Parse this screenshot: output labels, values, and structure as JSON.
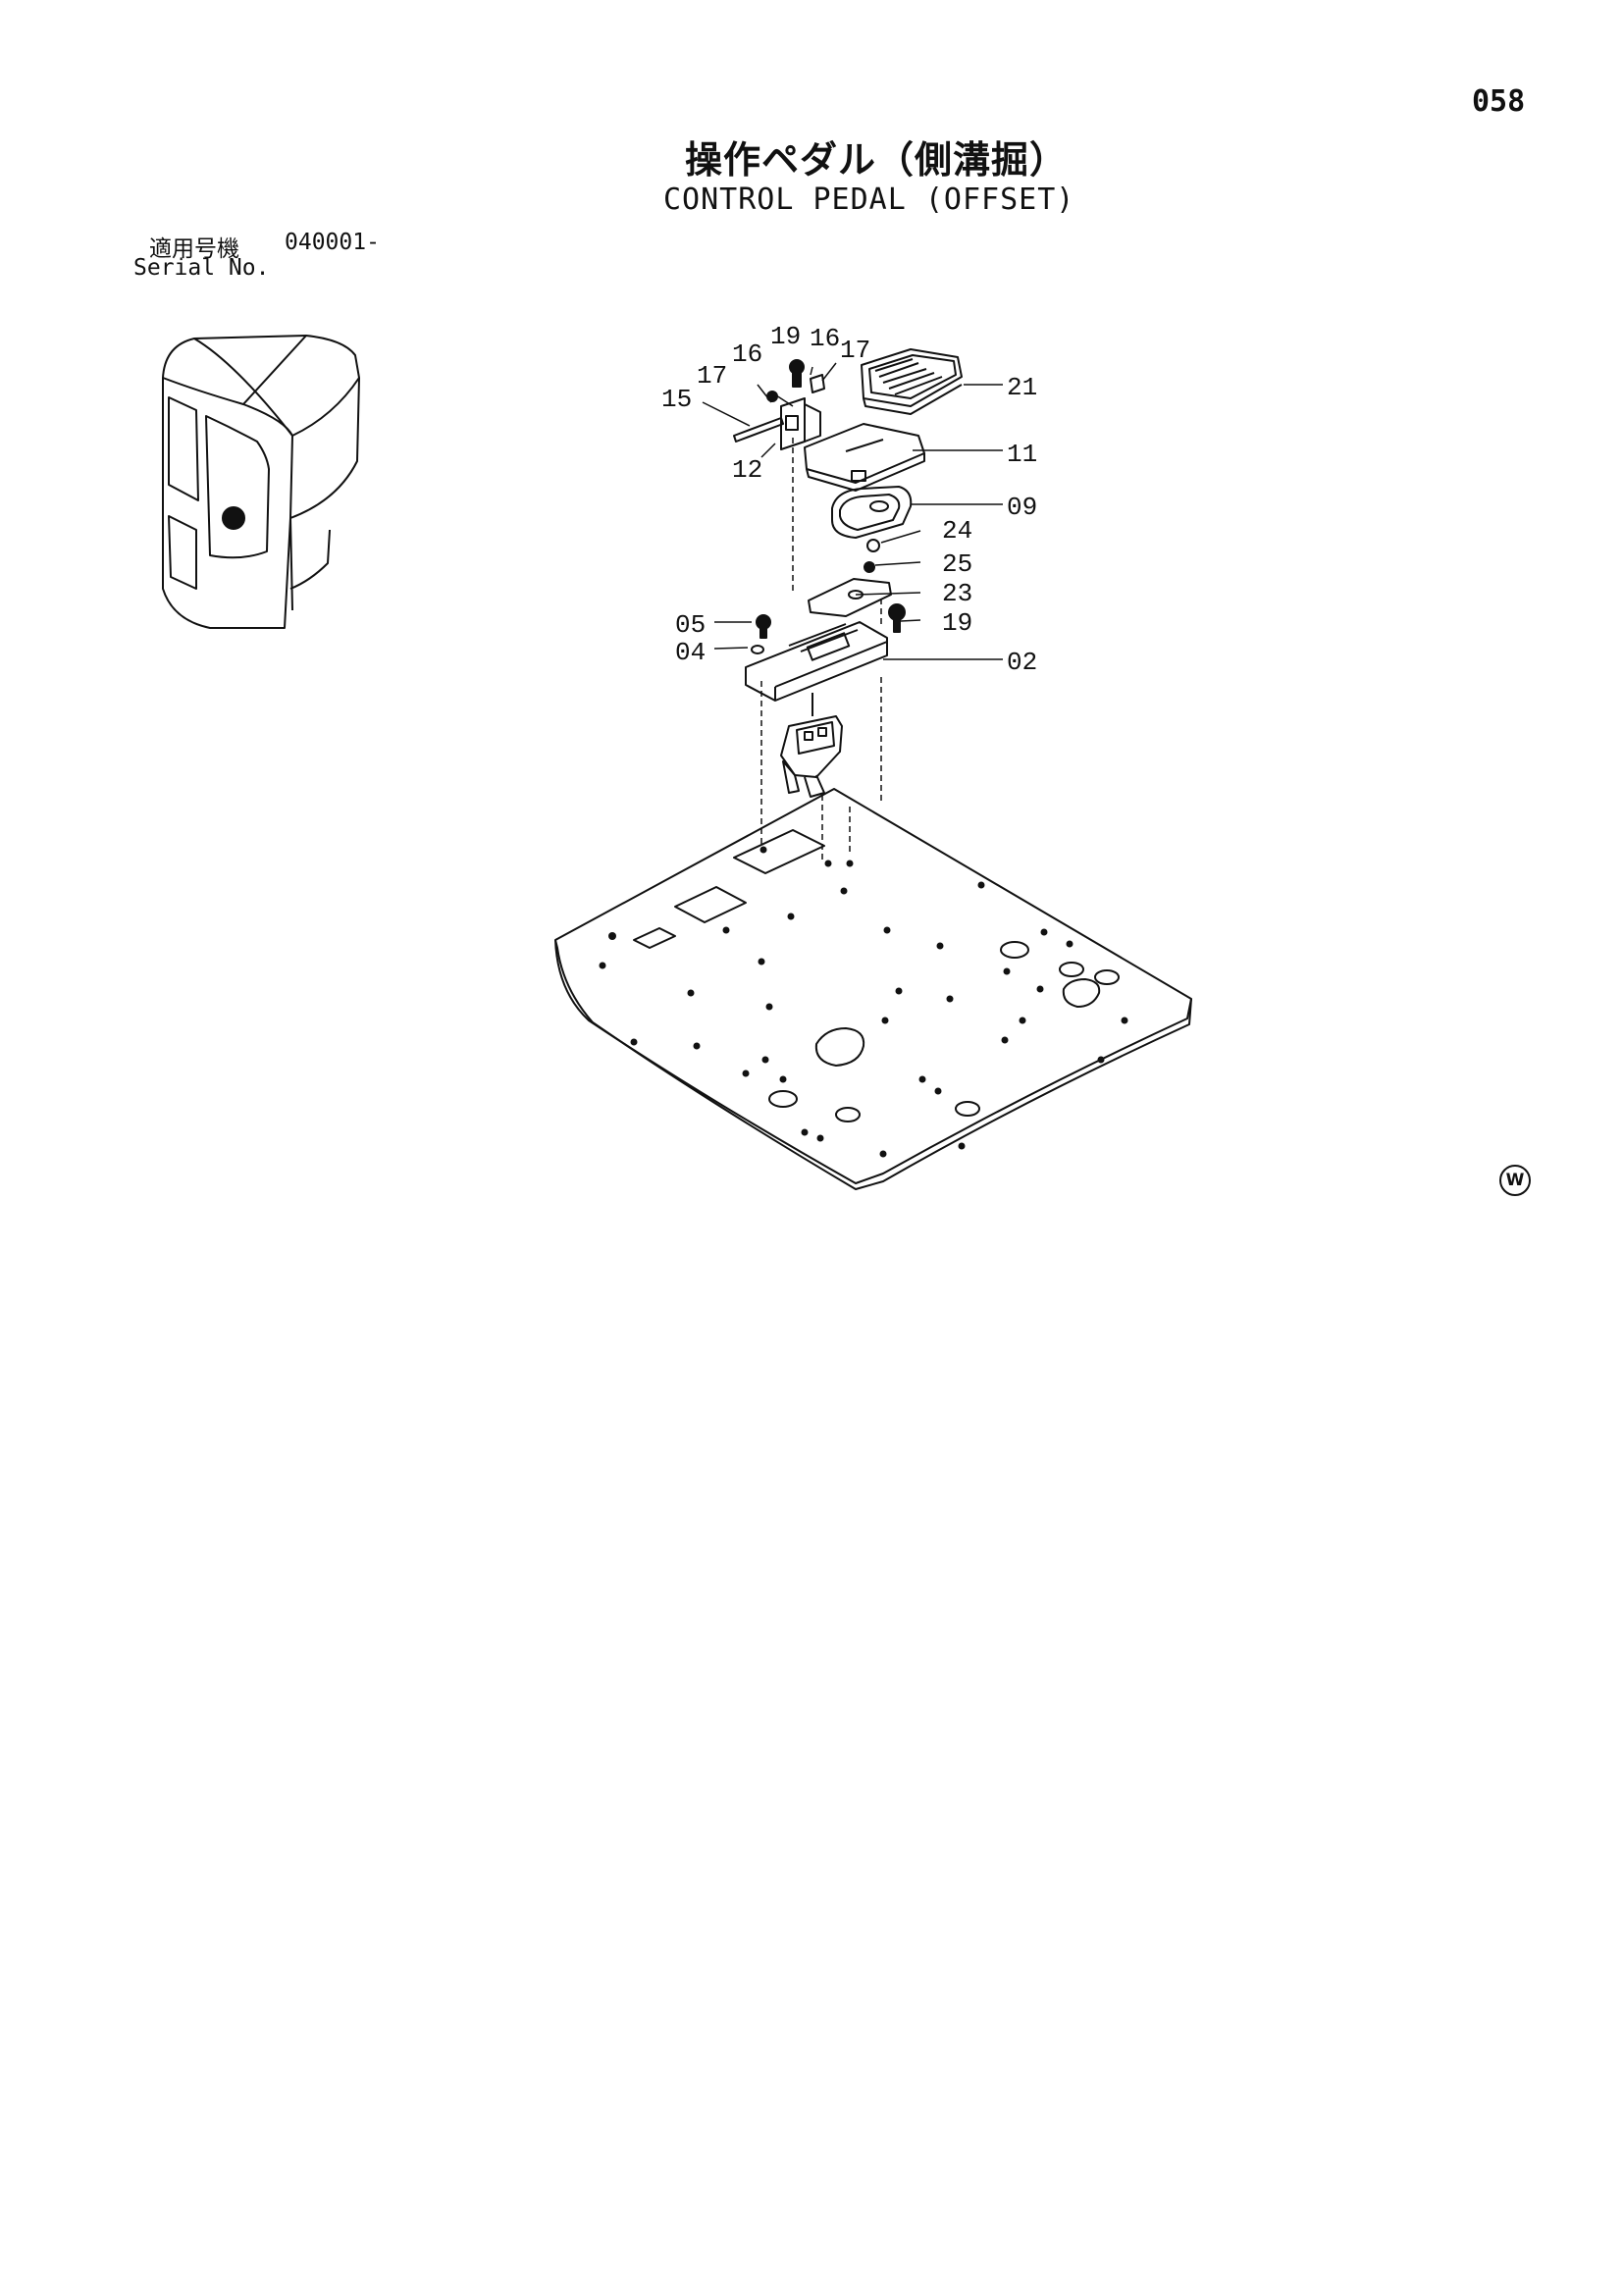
{
  "header": {
    "page_number": "058",
    "title_jp": "操作ペダル（側溝掘）",
    "title_en": "CONTROL PEDAL (OFFSET)"
  },
  "serial": {
    "label_jp": "適用号機",
    "number": "040001-",
    "label_en": "Serial No."
  },
  "callouts": {
    "c19_top": "19",
    "c16_left": "16",
    "c16_right": "16",
    "c17_left": "17",
    "c17_right": "17",
    "c15": "15",
    "c12": "12",
    "c21": "21",
    "c11": "11",
    "c09": "09",
    "c24": "24",
    "c25": "25",
    "c23": "23",
    "c19_mid": "19",
    "c05": "05",
    "c04": "04",
    "c02": "02"
  },
  "footer": {
    "mark": "W"
  }
}
